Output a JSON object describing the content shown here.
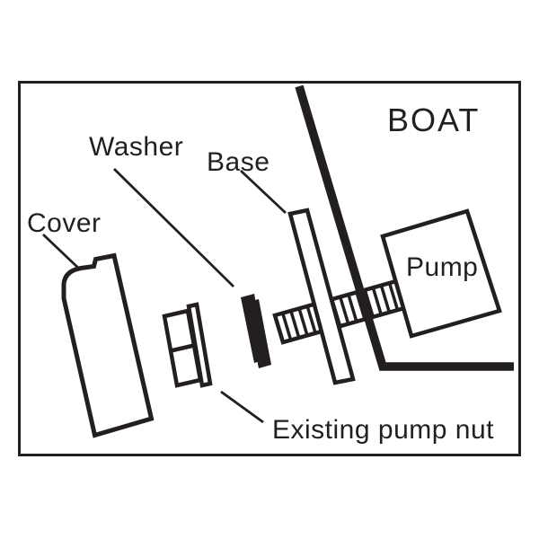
{
  "diagram": {
    "region_label": "BOAT",
    "labels": {
      "cover": "Cover",
      "washer": "Washer",
      "base": "Base",
      "pump": "Pump",
      "existing_pump_nut": "Existing pump nut"
    },
    "colors": {
      "ink": "#231f20",
      "background": "#ffffff"
    }
  }
}
